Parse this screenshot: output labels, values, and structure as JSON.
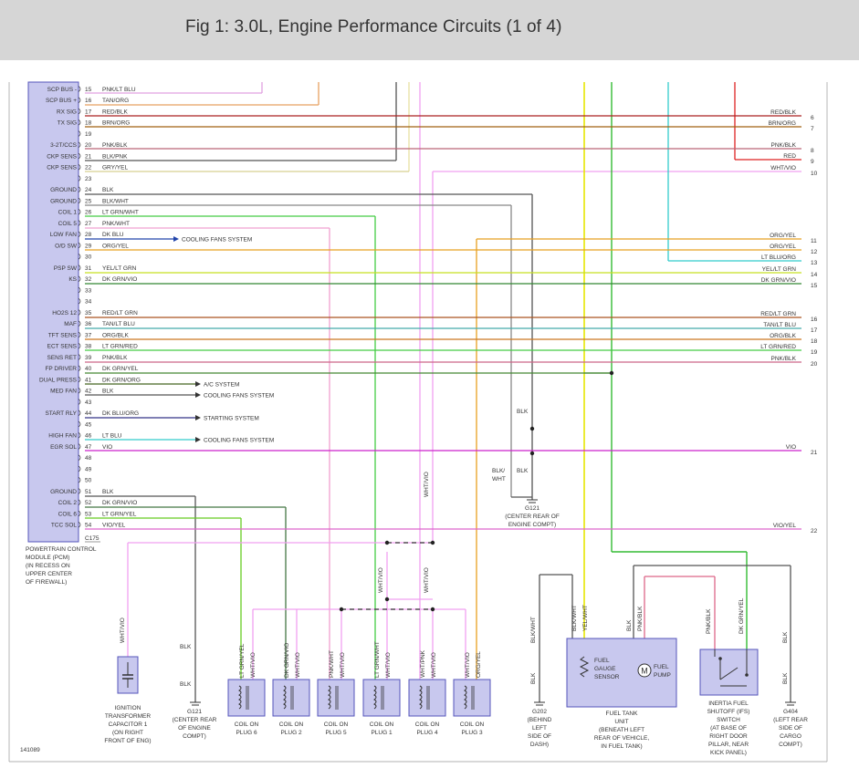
{
  "header": {
    "title": "Fig 1: 3.0L, Engine Performance Circuits (1 of 4)"
  },
  "colors": {
    "connector_fill": "#c8c8ee",
    "connector_border": "#5555bb",
    "wire_gray": "#666666",
    "wire_black": "#333333"
  },
  "pcm": {
    "pins": [
      {
        "pin": "15",
        "label": "SCP BUS -",
        "wire": "PNK/LT BLU"
      },
      {
        "pin": "16",
        "label": "SCP BUS +",
        "wire": "TAN/ORG"
      },
      {
        "pin": "17",
        "label": "RX SIG",
        "wire": "RED/BLK"
      },
      {
        "pin": "18",
        "label": "TX SIG",
        "wire": "BRN/ORG"
      },
      {
        "pin": "19",
        "label": "",
        "wire": ""
      },
      {
        "pin": "20",
        "label": "3-2T/CCS",
        "wire": "PNK/BLK"
      },
      {
        "pin": "21",
        "label": "CKP SENS",
        "wire": "BLK/PNK"
      },
      {
        "pin": "22",
        "label": "CKP SENS",
        "wire": "GRY/YEL"
      },
      {
        "pin": "23",
        "label": "",
        "wire": ""
      },
      {
        "pin": "24",
        "label": "GROUND",
        "wire": "BLK"
      },
      {
        "pin": "25",
        "label": "GROUND",
        "wire": "BLK/WHT"
      },
      {
        "pin": "26",
        "label": "COIL 1",
        "wire": "LT GRN/WHT"
      },
      {
        "pin": "27",
        "label": "COIL 5",
        "wire": "PNK/WHT"
      },
      {
        "pin": "28",
        "label": "LOW FAN",
        "wire": "DK BLU"
      },
      {
        "pin": "29",
        "label": "O/D SW",
        "wire": "ORG/YEL"
      },
      {
        "pin": "30",
        "label": "",
        "wire": ""
      },
      {
        "pin": "31",
        "label": "PSP SW",
        "wire": "YEL/LT GRN"
      },
      {
        "pin": "32",
        "label": "KS",
        "wire": "DK GRN/VIO"
      },
      {
        "pin": "33",
        "label": "",
        "wire": ""
      },
      {
        "pin": "34",
        "label": "",
        "wire": ""
      },
      {
        "pin": "35",
        "label": "HO2S 12",
        "wire": "RED/LT GRN"
      },
      {
        "pin": "36",
        "label": "MAF",
        "wire": "TAN/LT BLU"
      },
      {
        "pin": "37",
        "label": "TFT SENS",
        "wire": "ORG/BLK"
      },
      {
        "pin": "38",
        "label": "ECT SENS",
        "wire": "LT GRN/RED"
      },
      {
        "pin": "39",
        "label": "SENS RET",
        "wire": "PNK/BLK"
      },
      {
        "pin": "40",
        "label": "FP DRIVER",
        "wire": "DK GRN/YEL"
      },
      {
        "pin": "41",
        "label": "DUAL PRESS",
        "wire": "DK GRN/ORG"
      },
      {
        "pin": "42",
        "label": "MED FAN",
        "wire": "BLK"
      },
      {
        "pin": "43",
        "label": "",
        "wire": ""
      },
      {
        "pin": "44",
        "label": "START RLY",
        "wire": "DK BLU/ORG"
      },
      {
        "pin": "45",
        "label": "",
        "wire": ""
      },
      {
        "pin": "46",
        "label": "HIGH FAN",
        "wire": "LT BLU"
      },
      {
        "pin": "47",
        "label": "EGR SOL",
        "wire": "VIO"
      },
      {
        "pin": "48",
        "label": "",
        "wire": ""
      },
      {
        "pin": "49",
        "label": "",
        "wire": ""
      },
      {
        "pin": "50",
        "label": "",
        "wire": ""
      },
      {
        "pin": "51",
        "label": "GROUND",
        "wire": "BLK"
      },
      {
        "pin": "52",
        "label": "COIL 2",
        "wire": "DK GRN/VIO"
      },
      {
        "pin": "53",
        "label": "COIL 6",
        "wire": "LT GRN/YEL"
      },
      {
        "pin": "54",
        "label": "TCC SOL",
        "wire": "VIO/YEL"
      }
    ],
    "connector_id": "C175",
    "caption": [
      "POWERTRAIN CONTROL",
      "MODULE (PCM)",
      "(IN RECESS ON",
      "UPPER CENTER",
      "OF FIREWALL)"
    ]
  },
  "right_wires": [
    {
      "ref": "6",
      "label": "RED/BLK"
    },
    {
      "ref": "7",
      "label": "BRN/ORG"
    },
    {
      "ref": "8",
      "label": "PNK/BLK"
    },
    {
      "ref": "9",
      "label": "RED"
    },
    {
      "ref": "10",
      "label": "WHT/VIO"
    },
    {
      "ref": "11",
      "label": "ORG/YEL"
    },
    {
      "ref": "12",
      "label": "ORG/YEL"
    },
    {
      "ref": "13",
      "label": "LT BLU/ORG"
    },
    {
      "ref": "14",
      "label": "YEL/LT GRN"
    },
    {
      "ref": "15",
      "label": "DK GRN/VIO"
    },
    {
      "ref": "16",
      "label": "RED/LT GRN"
    },
    {
      "ref": "17",
      "label": "TAN/LT BLU"
    },
    {
      "ref": "18",
      "label": "ORG/BLK"
    },
    {
      "ref": "19",
      "label": "LT GRN/RED"
    },
    {
      "ref": "20",
      "label": "PNK/BLK"
    },
    {
      "ref": "21",
      "label": "VIO"
    },
    {
      "ref": "22",
      "label": "VIO/YEL"
    }
  ],
  "systems": {
    "cooling_fans": "COOLING FANS SYSTEM",
    "ac_system": "A/C SYSTEM",
    "starting_system": "STARTING SYSTEM"
  },
  "coils": [
    {
      "caption": [
        "COIL ON",
        "PLUG 6"
      ],
      "wires": [
        "LT GRN/YEL",
        "WHT/VIO"
      ]
    },
    {
      "caption": [
        "COIL ON",
        "PLUG 2"
      ],
      "wires": [
        "DK GRN/VIO",
        "WHT/VIO"
      ]
    },
    {
      "caption": [
        "COIL ON",
        "PLUG 5"
      ],
      "wires": [
        "PNK/WHT",
        "WHT/VIO"
      ]
    },
    {
      "caption": [
        "COIL ON",
        "PLUG 1"
      ],
      "wires": [
        "LT GRN/WHT",
        "WHT/VIO"
      ]
    },
    {
      "caption": [
        "COIL ON",
        "PLUG 4"
      ],
      "wires": [
        "WHT/PNK",
        "WHT/VIO"
      ]
    },
    {
      "caption": [
        "COIL ON",
        "PLUG 3"
      ],
      "wires": [
        "WHT/VIO",
        "ORG/YEL"
      ]
    }
  ],
  "capacitor": {
    "wire": "WHT/VIO",
    "caption": [
      "IGNITION",
      "TRANSFORMER",
      "CAPACITOR 1",
      "(ON RIGHT",
      "FRONT OF ENG)"
    ]
  },
  "g121_left": {
    "wire_top": "BLK",
    "wire_bottom": "BLK",
    "caption": [
      "G121",
      "(CENTER REAR",
      "OF ENGINE",
      "COMPT)"
    ]
  },
  "g121_center": {
    "wire_blk": "BLK",
    "wire_blkwht": [
      "BLK/",
      "WHT"
    ],
    "wire_blk2": "BLK",
    "caption": [
      "G121",
      "(CENTER REAR OF",
      "ENGINE COMPT)"
    ]
  },
  "g202": {
    "wire_top": "BLK/WHT",
    "wire_bottom": "BLK",
    "caption": [
      "G202",
      "(BEHIND",
      "LEFT",
      "SIDE OF",
      "DASH)"
    ]
  },
  "fuel_tank": {
    "wires": [
      "BLK/WHT",
      "YEL/WHT",
      "BLK",
      "PNK/BLK"
    ],
    "sensor_label": [
      "FUEL",
      "GAUGE",
      "SENSOR"
    ],
    "pump_label": [
      "FUEL",
      "PUMP"
    ],
    "motor_symbol": "M",
    "caption": [
      "FUEL TANK",
      "UNIT",
      "(BENEATH LEFT",
      "REAR OF VEHICLE,",
      "IN FUEL TANK)"
    ]
  },
  "ifs": {
    "wires": [
      "PNK/BLK",
      "DK GRN/YEL"
    ],
    "caption": [
      "INERTIA FUEL",
      "SHUTOFF (IFS)",
      "SWITCH",
      "(AT BASE OF",
      "RIGHT DOOR",
      "PILLAR, NEAR",
      "KICK PANEL)"
    ]
  },
  "g404": {
    "wire_top": "BLK",
    "wire_bottom": "BLK",
    "caption": [
      "G404",
      "(LEFT REAR",
      "SIDE OF",
      "CARGO",
      "COMPT)"
    ]
  },
  "figure_id": "141089"
}
